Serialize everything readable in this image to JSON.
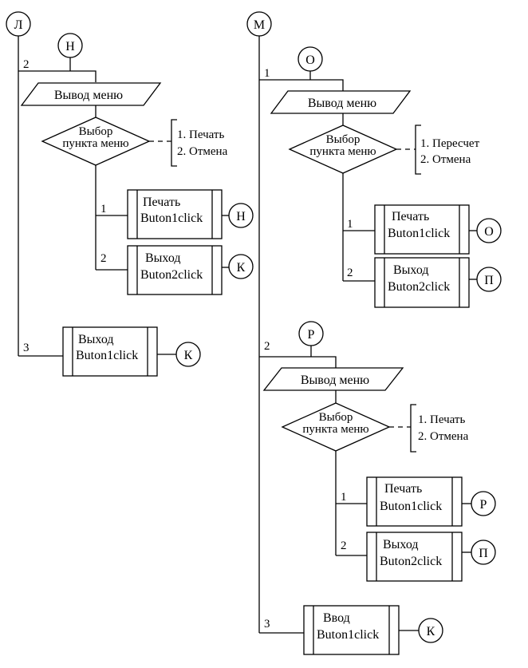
{
  "connectors": {
    "l_top": "Л",
    "m_top": "М",
    "n_entry": "Н",
    "o_entry": "О",
    "r_entry": "Р",
    "n_exit": "Н",
    "k_exit_left_1": "К",
    "k_exit_left_2": "К",
    "o_exit": "О",
    "p_exit_1": "П",
    "r_exit": "Р",
    "p_exit_2": "П",
    "k_exit_right": "К"
  },
  "left_block": {
    "branch_2": "2",
    "menu_output": "Вывод меню",
    "decision_line1": "Выбор",
    "decision_line2": "пункта меню",
    "option_1": "1. Печать",
    "option_2": "2. Отмена",
    "sub_1": "1",
    "sub_2": "2",
    "print_proc_title": "Печать",
    "print_proc_handler": "Buton1click",
    "exit_proc_title": "Выход",
    "exit_proc_handler": "Buton2click",
    "branch_3": "3",
    "exit3_proc_title": "Выход",
    "exit3_proc_handler": "Buton1click"
  },
  "right_top_block": {
    "branch_1": "1",
    "menu_output": "Вывод меню",
    "decision_line1": "Выбор",
    "decision_line2": "пункта меню",
    "option_1": "1. Пересчет",
    "option_2": "2. Отмена",
    "sub_1": "1",
    "sub_2": "2",
    "print_proc_title": "Печать",
    "print_proc_handler": "Buton1click",
    "exit_proc_title": "Выход",
    "exit_proc_handler": "Buton2click"
  },
  "right_mid_block": {
    "branch_2": "2",
    "menu_output": "Вывод меню",
    "decision_line1": "Выбор",
    "decision_line2": "пункта меню",
    "option_1": "1. Печать",
    "option_2": "2. Отмена",
    "sub_1": "1",
    "sub_2": "2",
    "print_proc_title": "Печать",
    "print_proc_handler": "Buton1click",
    "exit_proc_title": "Выход",
    "exit_proc_handler": "Buton2click"
  },
  "right_bottom_block": {
    "branch_3": "3",
    "input_proc_title": "Ввод",
    "input_proc_handler": "Buton1click"
  }
}
